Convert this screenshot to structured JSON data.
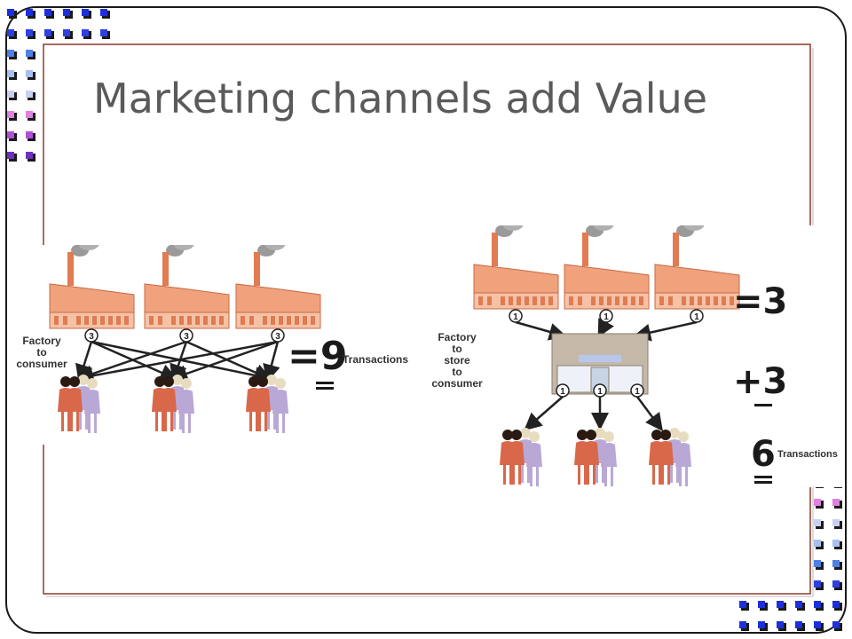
{
  "slide": {
    "title": "Marketing channels add Value"
  },
  "left_diagram": {
    "label": "Factory\nto\nconsumer",
    "factory_badge": "3",
    "total": "=9",
    "total_label": "Transactions"
  },
  "right_diagram": {
    "label": "Factory\nto\nstore\nto\nconsumer",
    "factory_badge": "1",
    "store_badge": "1",
    "top_count": "=3",
    "bottom_count": "+3",
    "total": "6",
    "total_label": "Transactions"
  },
  "colors": {
    "frame": "#8b3a2a",
    "factory": "#f0a27c",
    "factory_dark": "#e07b52",
    "person_orange": "#d9684a",
    "person_purple": "#b9a8d6",
    "store": "#c4b8a8"
  }
}
